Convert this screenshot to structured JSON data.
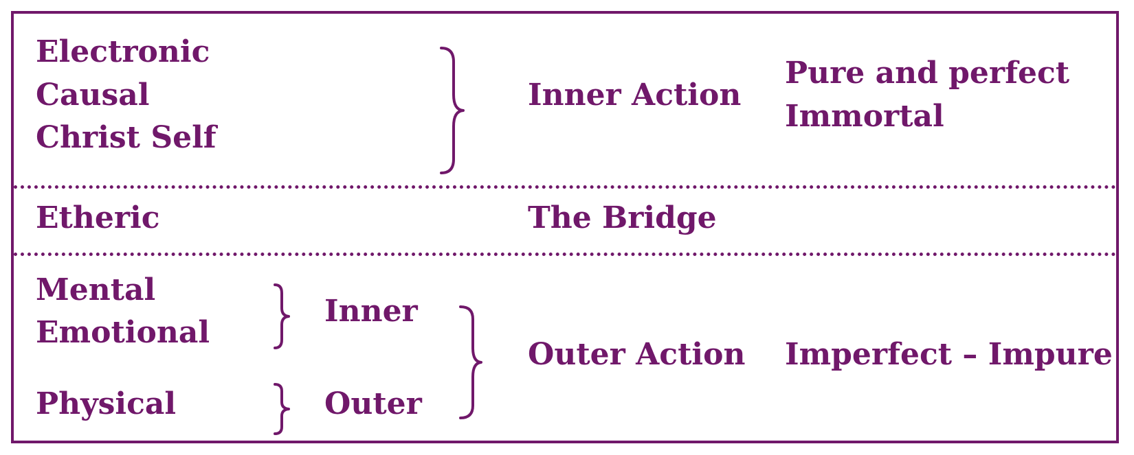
{
  "colors": {
    "ink": "#70186a",
    "background": "#ffffff"
  },
  "top_section": {
    "bodies": [
      "Electronic",
      "Causal",
      "Christ Self"
    ],
    "action": "Inner Action",
    "qualities": [
      "Pure and perfect",
      "Immortal"
    ]
  },
  "middle_section": {
    "body": "Etheric",
    "role": "The Bridge"
  },
  "bottom_section": {
    "inner_bodies": [
      "Mental",
      "Emotional"
    ],
    "inner_label": "Inner",
    "outer_bodies": [
      "Physical"
    ],
    "outer_label": "Outer",
    "action": "Outer Action",
    "qualities": "Imperfect – Impure"
  }
}
